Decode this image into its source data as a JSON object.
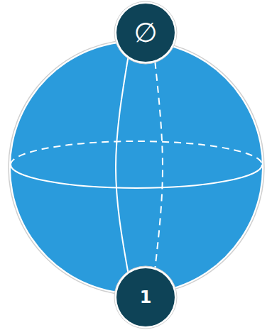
{
  "diagram": {
    "nodes": [
      {
        "text": [
          "∅"
        ]
      },
      {
        "text": [
          "1"
        ]
      }
    ],
    "edges": [
      {
        "from": 0,
        "to": 1,
        "arrow": "none"
      },
      {
        "from": 0,
        "to": 1,
        "arrow": "none"
      }
    ]
  }
}
